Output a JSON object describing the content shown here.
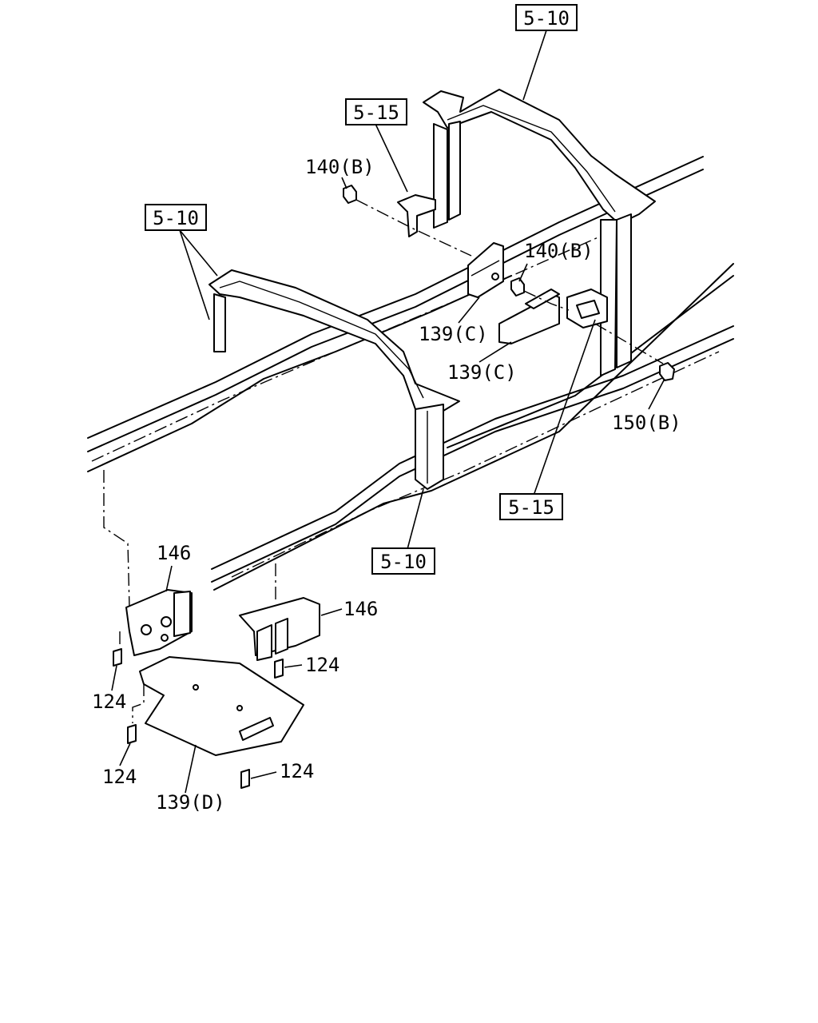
{
  "labels": {
    "ref_5_10_top": "5-10",
    "ref_5_15_top": "5-15",
    "ref_5_10_left": "5-10",
    "ref_5_10_bottom": "5-10",
    "ref_5_15_right": "5-15",
    "part_140b_top": "140(B)",
    "part_140b_right": "140(B)",
    "part_139c_upper": "139(C)",
    "part_139c_lower": "139(C)",
    "part_150b": "150(B)",
    "part_146_left": "146",
    "part_146_right": "146",
    "part_124_a": "124",
    "part_124_b": "124",
    "part_124_c": "124",
    "part_124_d": "124",
    "part_139d": "139(D)"
  }
}
